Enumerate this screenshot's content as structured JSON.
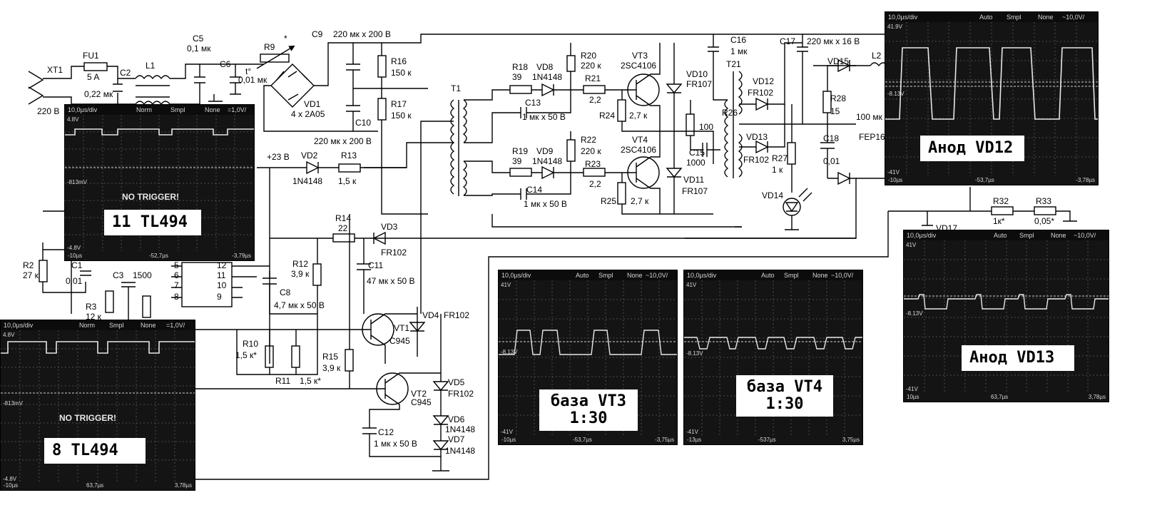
{
  "schematic": {
    "labels": {
      "xt1": "XT1",
      "v220": "220 В",
      "fu1": "FU1",
      "fu1_val": "5 A",
      "c2": "C2",
      "c2_val": "0,22 мк",
      "l1": "L1",
      "c5": "C5",
      "c5_val": "0,1 мк",
      "c6": "C6",
      "c6_val": "0,01 мк",
      "r9": "R9",
      "star": "*",
      "te": "t°",
      "c9": "C9",
      "c9_val": "220 мк x 200 В",
      "vd1": "VD1",
      "vd1_val": "4 x 2A05",
      "r16": "R16",
      "r16_val": "150 к",
      "r17": "R17",
      "r17_val": "150 к",
      "c10": "C10",
      "c10_val": "220 мк x 200 В",
      "t1": "T1",
      "r18": "R18",
      "r18_val": "39",
      "vd8": "VD8",
      "vd8_val": "1N4148",
      "c13": "C13",
      "c13_val": "1 мк x 50 В",
      "r20": "R20",
      "r20_val": "220 к",
      "r21": "R21",
      "r21_val": "2,2",
      "r24": "R24",
      "r24_val": "2,7 к",
      "vt3": "VT3",
      "vt3_val": "2SC4106",
      "vd10": "VD10",
      "vd10_val": "FR107",
      "r19": "R19",
      "r19_val": "39",
      "vd9": "VD9",
      "vd9_val": "1N4148",
      "c14": "C14",
      "c14_val": "1 мк x 50 В",
      "r22": "R22",
      "r22_val": "220 к",
      "r23": "R23",
      "r23_val": "2,2",
      "r25": "R25",
      "r25_val": "2,7 к",
      "vt4": "VT4",
      "vt4_val": "2SC4106",
      "vd11": "VD11",
      "vd11_val": "FR107",
      "c16": "C16",
      "c16_val": "1 мк",
      "t21": "T21",
      "r26": "R26",
      "r26_val": "100",
      "c15": "C15",
      "c15_val": "1000",
      "c17": "C17",
      "c17_val": "220 мк x 16 В",
      "vd15": "VD15",
      "l2": "L2",
      "vd12": "VD12",
      "vd12_val": "FR102",
      "r28": "R28",
      "r28_val": "15",
      "c18": "C18",
      "c18_val": "0,01",
      "vd13": "VD13",
      "vd13_val": "FR102",
      "r27": "R27",
      "r27_val": "1 к",
      "vd14": "VD14",
      "mk100": "100 мк",
      "fep16": "FEP16",
      "r32": "R32",
      "r32_val": "1к*",
      "r33": "R33",
      "r33_val": "0,05*",
      "vd17": "VD17",
      "p23v": "+23 В",
      "vd2": "VD2",
      "vd2_val": "1N4148",
      "r13": "R13",
      "r13_val": "1,5 к",
      "r14": "R14",
      "r14_val": "22",
      "vd3": "VD3",
      "vd3_val": "FR102",
      "r2": "R2",
      "r2_val": "27 к",
      "c1": "C1",
      "c1_val": "0,01",
      "c3": "C3",
      "c3_val": "1500",
      "r3": "R3",
      "r3_val": "12 к",
      "pin12": "12",
      "pin11": "11",
      "pin10": "10",
      "pin9": "9",
      "pin5": "5",
      "pin6": "6",
      "pin7": "7",
      "pin8": "8",
      "r12": "R12",
      "r12_val": "3,9 к",
      "c11": "C11",
      "c11_val": "47 мк x 50 В",
      "c8": "C8",
      "c8_val": "4,7 мк x 50 В",
      "vd4": "VD4",
      "vd4_val": "FR102",
      "vt1": "VT1",
      "vt1_val": "C945",
      "r10": "R10",
      "r10_val": "1,5 к*",
      "r11": "R11",
      "r11_val": "1,5 к*",
      "r15": "R15",
      "r15_val": "3,9 к",
      "vt2": "VT2",
      "vt2_val": "C945",
      "vd5": "VD5",
      "vd5_val": "FR102",
      "vd6": "VD6",
      "vd6_val": "1N4148",
      "vd7": "VD7",
      "vd7_val": "1N4148",
      "c12": "C12",
      "c12_val": "1 мк x 50 В"
    }
  },
  "scopes": {
    "pin11": {
      "timebase": "10,0µs/div",
      "mode": "Norm",
      "acq": "Smpl",
      "filter": "None",
      "volts": "=1,0V/",
      "notrig": "NO TRIGGER!",
      "caption": "11  TL494",
      "side_top": "4.8V",
      "side_mid": "-813mV",
      "side_bot": "-4.8V",
      "ftr_left": "-10µs",
      "ftr_mid": "-52,7µs",
      "ftr_right": "-3,79µs"
    },
    "pin8": {
      "timebase": "10,0µs/div",
      "mode": "Norm",
      "acq": "Smpl",
      "filter": "None",
      "volts": "=1,0V/",
      "notrig": "NO TRIGGER!",
      "caption": "8  TL494",
      "side_top": "4.8V",
      "side_mid": "-813mV",
      "side_bot": "-4.8V",
      "ftr_left": "-10µs",
      "ftr_mid": "63,7µs",
      "ftr_right": "3,78µs"
    },
    "vt3": {
      "timebase": "10,0µs/div",
      "mode": "Auto",
      "acq": "Smpl",
      "filter": "None",
      "volts": "~10,0V/",
      "caption1": "база  VT3",
      "caption2": "1:30",
      "side_top": "41V",
      "side_mid": "-8.13V",
      "side_bot": "-41V",
      "ftr_left": "-10µs",
      "ftr_mid": "-53,7µs",
      "ftr_right": "-3,75µs"
    },
    "vt4": {
      "timebase": "10,0µs/div",
      "mode": "Auto",
      "acq": "Smpl",
      "filter": "None",
      "volts": "~10,0V/",
      "caption1": "база  VT4",
      "caption2": "1:30",
      "side_top": "41V",
      "side_mid": "-8.13V",
      "side_bot": "-41V",
      "ftr_left": "-13µs",
      "ftr_mid": "-537µs",
      "ftr_right": "3,75µs"
    },
    "vd12": {
      "timebase": "10,0µs/div",
      "mode": "Auto",
      "acq": "Smpl",
      "filter": "None",
      "volts": "~10,0V/",
      "caption": "Анод  VD12",
      "side_top": "41.9V",
      "side_mid": "-8.13V",
      "side_bot": "-41V",
      "ftr_left": "-10µs",
      "ftr_mid": "-53,7µs",
      "ftr_right": "-3,78µs"
    },
    "vd13": {
      "timebase": "10,0µs/div",
      "mode": "Auto",
      "acq": "Smpl",
      "filter": "None",
      "volts": "~10,0V/",
      "caption": "Анод  VD13",
      "side_top": "41V",
      "side_mid": "-8.13V",
      "side_bot": "-41V",
      "ftr_left": "10µs",
      "ftr_mid": "63,7µs",
      "ftr_right": "3,78µs"
    }
  }
}
